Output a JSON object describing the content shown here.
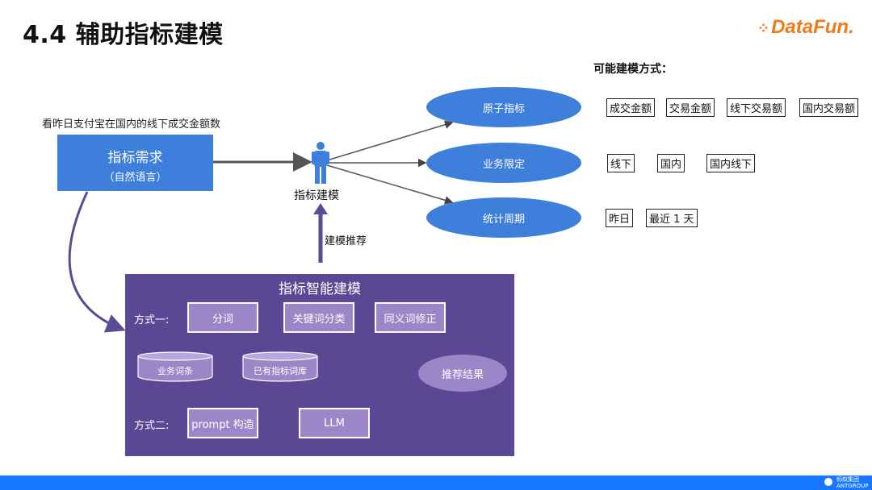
{
  "slide_title": "4.4 辅助指标建模",
  "logo_text": "DataFun.",
  "request_caption": "看昨日支付宝在国内的线下成交金额数",
  "request_box": {
    "line1": "指标需求",
    "line2": "（自然语言）"
  },
  "modeler_label": "指标建模",
  "recommend_label": "建模推荐",
  "ways_title": "可能建模方式：",
  "ellipses": {
    "atomic": "原子指标",
    "business": "业务限定",
    "period": "统计周期"
  },
  "tags_atomic": [
    "成交金额",
    "交易金额",
    "线下交易额",
    "国内交易额"
  ],
  "tags_business": [
    "线下",
    "国内",
    "国内线下"
  ],
  "tags_period": [
    "昨日",
    "最近 1 天"
  ],
  "panel": {
    "title": "指标智能建模",
    "way1_label": "方式一:",
    "way2_label": "方式二:",
    "segment": "分词",
    "keyword_classify": "关键词分类",
    "synonym_fix": "同义词修正",
    "db_business": "业务词条",
    "db_indicator": "已有指标词库",
    "result": "推荐结果",
    "prompt": "prompt 构造",
    "llm": "LLM"
  },
  "footer_logo": {
    "line1": "蚂蚁集团",
    "line2": "ANTGROUP"
  },
  "colors": {
    "blue": "#3f7fdc",
    "purple_panel": "#5a4894",
    "purple_box": "#9d86c8",
    "arrow_purple": "#5b4a94",
    "bar_blue": "#1677ff"
  }
}
